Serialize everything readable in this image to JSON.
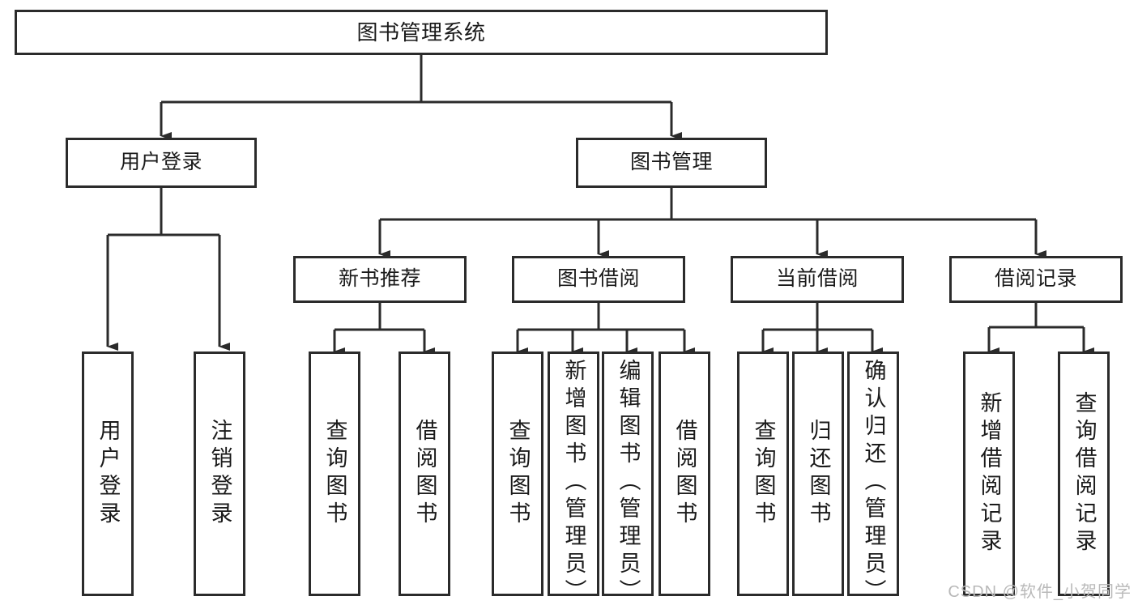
{
  "diagram": {
    "title": "图书管理系统",
    "type": "tree-hierarchy-diagram",
    "colors": {
      "background": "#ffffff",
      "node_border": "#2b2b2b",
      "node_fill": "#ffffff",
      "edge": "#2b2b2b",
      "text": "#1a1a1a",
      "watermark": "#b9b9b9"
    },
    "root": {
      "label": "图书管理系统"
    },
    "level2": [
      {
        "label": "用户登录"
      },
      {
        "label": "图书管理"
      }
    ],
    "level3": [
      {
        "label": "新书推荐"
      },
      {
        "label": "图书借阅"
      },
      {
        "label": "当前借阅"
      },
      {
        "label": "借阅记录"
      }
    ],
    "leaves": {
      "user_login": [
        {
          "label": "用户登录"
        },
        {
          "label": "注销登录"
        }
      ],
      "new_book_recommend": [
        {
          "label": "查询图书"
        },
        {
          "label": "借阅图书"
        }
      ],
      "book_borrow": [
        {
          "label": "查询图书"
        },
        {
          "label": "新增图书（管理员）"
        },
        {
          "label": "编辑图书（管理员）"
        },
        {
          "label": "借阅图书"
        }
      ],
      "current_borrow": [
        {
          "label": "查询图书"
        },
        {
          "label": "归还图书"
        },
        {
          "label": "确认归还（管理员）"
        }
      ],
      "borrow_record": [
        {
          "label": "新增借阅记录"
        },
        {
          "label": "查询借阅记录"
        }
      ]
    }
  },
  "watermark": {
    "text": "CSDN @软件_小贺同学"
  }
}
